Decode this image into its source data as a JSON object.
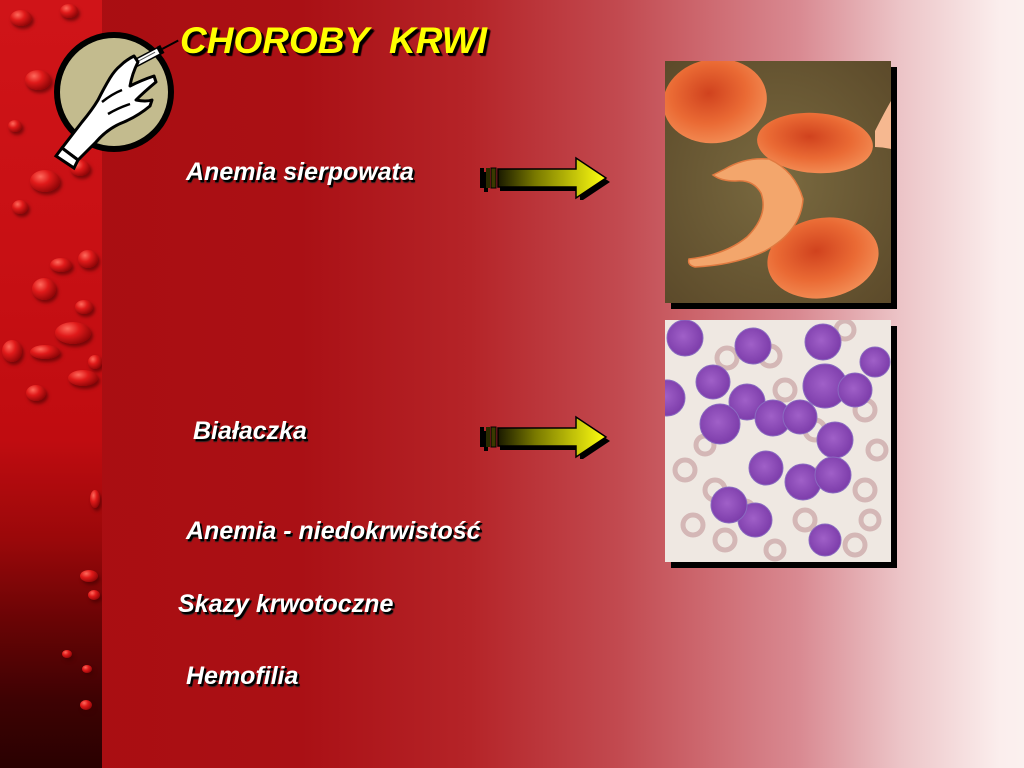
{
  "slide": {
    "title": "CHOROBY  KRWI",
    "title_color": "#ffff00",
    "logo_icon": "hand-with-syringe-icon",
    "items": [
      {
        "label": "Anemia sierpowata",
        "has_arrow": true,
        "image": "sickle-cell-micrograph"
      },
      {
        "label": "Białaczka",
        "has_arrow": true,
        "image": "leukemia-blood-smear"
      },
      {
        "label": "Anemia - niedokrwistość",
        "has_arrow": false
      },
      {
        "label": "Skazy krwotoczne",
        "has_arrow": false
      },
      {
        "label": "Hemofilia",
        "has_arrow": false
      }
    ],
    "arrow_icon": "right-arrow-icon",
    "colors": {
      "background_left": "#aa1015",
      "background_right": "#fbf0ef",
      "arrow_fill": "#ffff00",
      "text": "#ffffff"
    }
  }
}
